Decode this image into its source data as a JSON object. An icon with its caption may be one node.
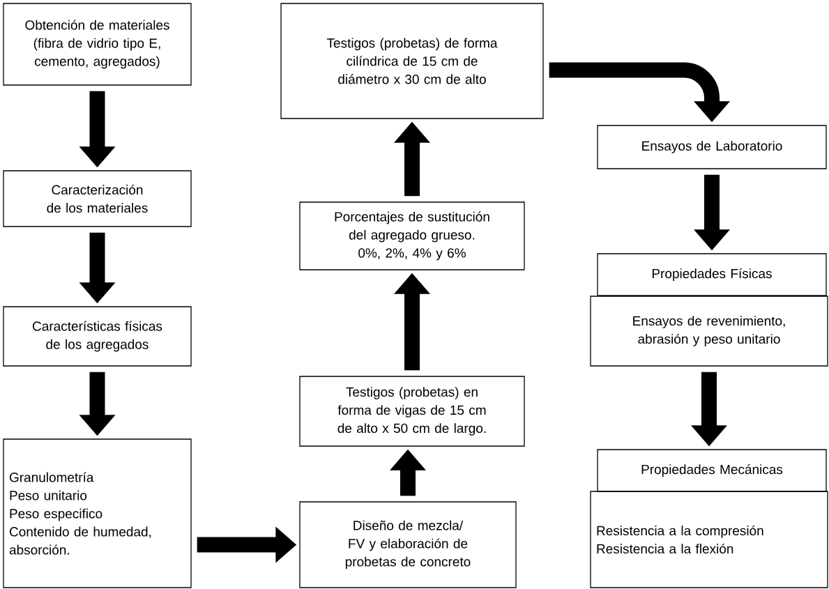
{
  "diagram": {
    "nodes": [
      {
        "text": [
          "Obtención de materiales (fibra de vidrio tipo E, cemento, agregados)"
        ]
      },
      {
        "text": [
          "Caracterización de los materiales"
        ]
      },
      {
        "text": [
          "Características físicas de los agregados"
        ]
      },
      {
        "text": [
          "Granulometría",
          "Peso unitario",
          "Peso especifico",
          "Contenido de humedad, absorción."
        ]
      },
      {
        "text": [
          "Diseño de mezcla/ FV y elaboración de probetas de concreto"
        ]
      },
      {
        "text": [
          "Testigos (probetas) en forma de vigas de 15 cm de alto x 50 cm de largo."
        ]
      },
      {
        "text": [
          "Porcentajes de sustitución del agregado grueso. 0%, 2%, 4% y 6%"
        ]
      },
      {
        "text": [
          "Testigos (probetas) de forma cilíndrica de 15 cm de diámetro x 30 cm de alto"
        ]
      },
      {
        "text": [
          "Ensayos de Laboratorio"
        ]
      },
      {
        "text": [
          "Propiedades Físicas"
        ]
      },
      {
        "text": [
          "Ensayos de revenimiento, abrasión y peso unitario"
        ]
      },
      {
        "text": [
          "Propiedades Mecánicas"
        ]
      },
      {
        "text": [
          "Resistencia a la compresión",
          "Resistencia a la flexión"
        ]
      }
    ],
    "edges": [
      {
        "from": 0,
        "to": 1,
        "arrow": "to"
      },
      {
        "from": 1,
        "to": 2,
        "arrow": "to"
      },
      {
        "from": 2,
        "to": 3,
        "arrow": "to"
      },
      {
        "from": 3,
        "to": 4,
        "arrow": "to"
      },
      {
        "from": 4,
        "to": 5,
        "arrow": "to"
      },
      {
        "from": 5,
        "to": 6,
        "arrow": "to"
      },
      {
        "from": 6,
        "to": 7,
        "arrow": "to"
      },
      {
        "from": 7,
        "to": 8,
        "arrow": "to"
      },
      {
        "from": 8,
        "to": 9,
        "arrow": "to"
      },
      {
        "from": 10,
        "to": 11,
        "arrow": "to"
      }
    ]
  }
}
